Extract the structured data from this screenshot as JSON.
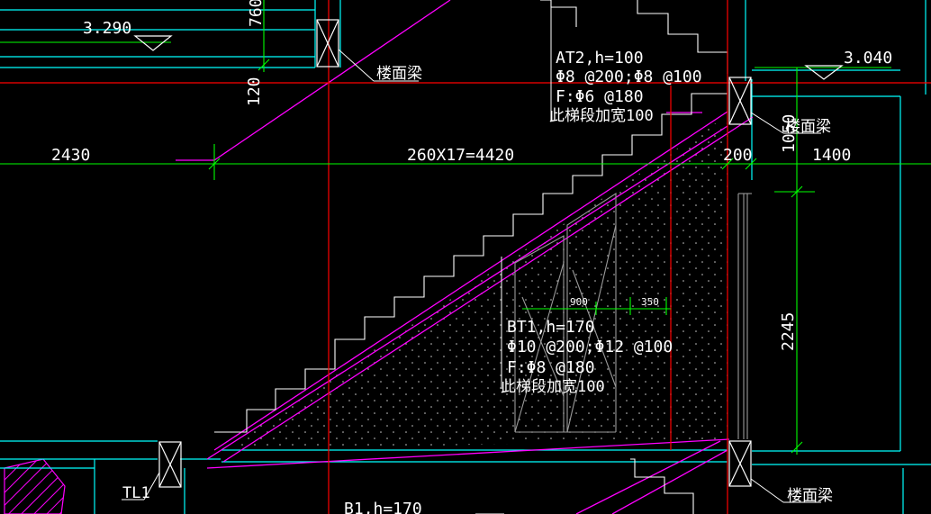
{
  "colors": {
    "background": "#000000",
    "dimension_line": "#00ff00",
    "axis_line": "#ff0000",
    "wall_line": "#00ffff",
    "stair_line": "#ff00ff",
    "beam_box": "#ffffff",
    "text": "#ffffff",
    "hatch": "#ff00ff"
  },
  "elevations": {
    "left": "3.290",
    "right": "3.040"
  },
  "dimensions": {
    "left_span": "2430",
    "stair_run": "260X17=4420",
    "beam_gap": "200",
    "right_span": "1400",
    "vertical_top": "760",
    "vertical_120": "120",
    "vertical_1050": "1050",
    "vertical_2245": "2245",
    "inner_900": "900",
    "inner_350": "350"
  },
  "labels": {
    "floor_beam_top": "楼面梁",
    "floor_beam_right": "楼面梁",
    "floor_beam_bottom": "楼面梁",
    "column_tl": "TL1",
    "b1_label": "B1,h=170"
  },
  "at2": {
    "title": "AT2,h=100",
    "rebar_main": "Φ8 @200;Φ8 @100",
    "rebar_dist": "F:Φ6 @180",
    "note": "此梯段加宽100"
  },
  "bt1": {
    "title": "BT1,h=170",
    "rebar_main": "Φ10 @200;Φ12 @100",
    "rebar_dist": "F:Φ8 @180",
    "note": "此梯段加宽100"
  }
}
